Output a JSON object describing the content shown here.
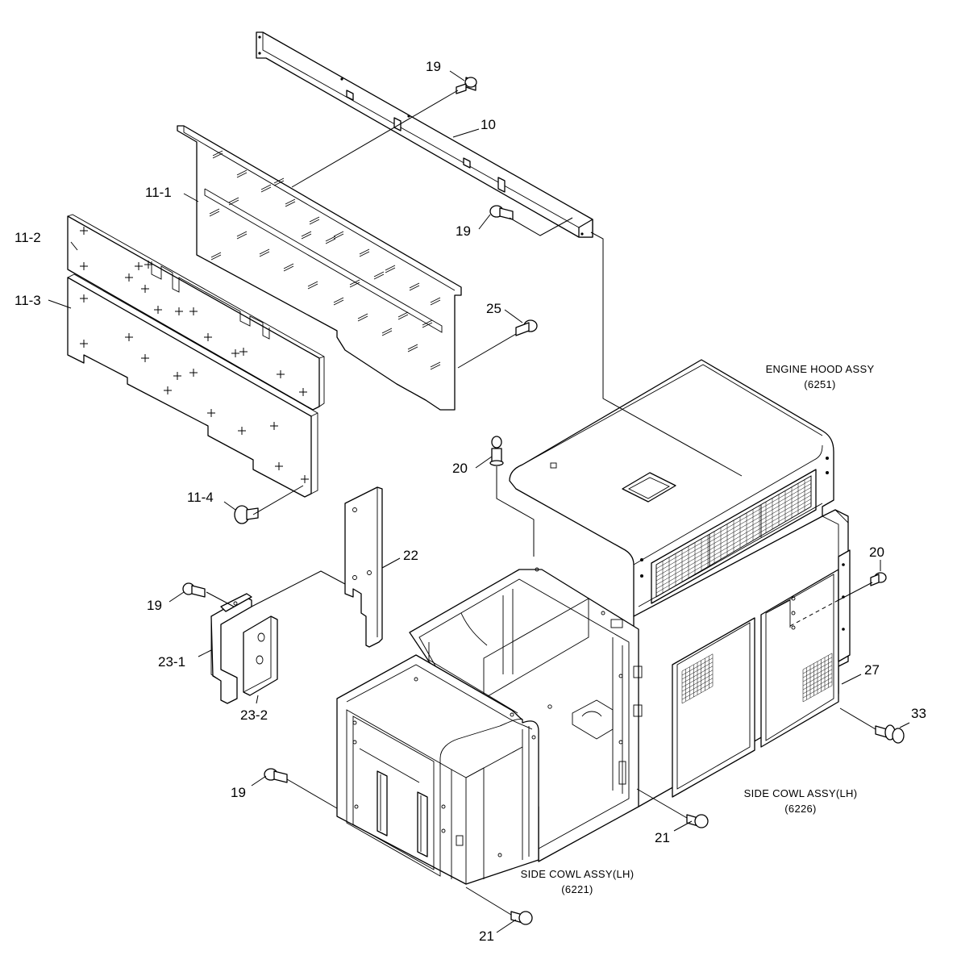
{
  "callouts": {
    "c19a": "19",
    "c10": "10",
    "c11_1": "11-1",
    "c19b": "19",
    "c11_2": "11-2",
    "c11_3": "11-3",
    "c25": "25",
    "c20a": "20",
    "c11_4": "11-4",
    "c22": "22",
    "c20b": "20",
    "c19c": "19",
    "c23_1": "23-1",
    "c23_2": "23-2",
    "c27": "27",
    "c33": "33",
    "c19d": "19",
    "c21a": "21",
    "c21b": "21"
  },
  "assemblies": {
    "engine_hood": {
      "name": "ENGINE HOOD ASSY",
      "code": "(6251)"
    },
    "side_cowl_right": {
      "name": "SIDE COWL ASSY(LH)",
      "code": "(6226)"
    },
    "side_cowl_front": {
      "name": "SIDE COWL ASSY(LH)",
      "code": "(6221)"
    }
  }
}
